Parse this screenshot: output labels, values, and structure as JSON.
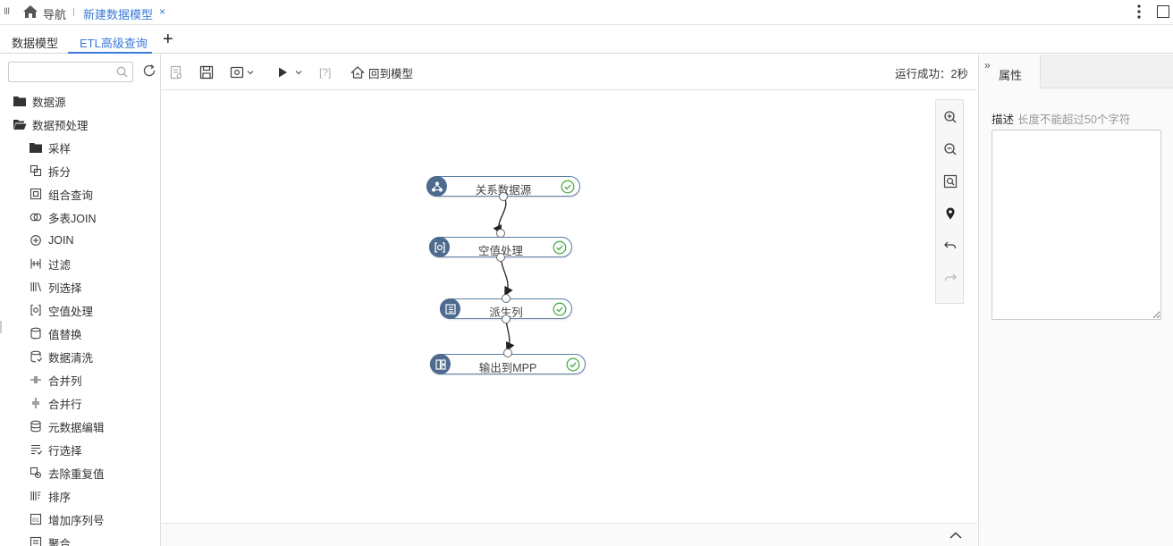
{
  "topbar": {
    "menu_glyph": "III",
    "nav_label": "导航",
    "active_tab": "新建数据模型",
    "close_glyph": "×"
  },
  "tabs": [
    {
      "label": "数据模型",
      "active": false
    },
    {
      "label": "ETL高级查询",
      "active": true
    }
  ],
  "add_tab_glyph": "+",
  "sidebar": {
    "search": {
      "value": "",
      "placeholder": ""
    },
    "items": [
      {
        "label": "数据源",
        "level": 0,
        "icon": "folder-icon"
      },
      {
        "label": "数据预处理",
        "level": 0,
        "icon": "folder-open-icon"
      },
      {
        "label": "采样",
        "level": 1,
        "icon": "folder-icon"
      },
      {
        "label": "拆分",
        "level": 1,
        "icon": "split-icon"
      },
      {
        "label": "组合查询",
        "level": 1,
        "icon": "combine-icon"
      },
      {
        "label": "多表JOIN",
        "level": 1,
        "icon": "multi-join-icon"
      },
      {
        "label": "JOIN",
        "level": 1,
        "icon": "join-icon"
      },
      {
        "label": "过滤",
        "level": 1,
        "icon": "filter-icon"
      },
      {
        "label": "列选择",
        "level": 1,
        "icon": "column-select-icon"
      },
      {
        "label": "空值处理",
        "level": 1,
        "icon": "null-handle-icon"
      },
      {
        "label": "值替换",
        "level": 1,
        "icon": "value-replace-icon"
      },
      {
        "label": "数据清洗",
        "level": 1,
        "icon": "data-clean-icon"
      },
      {
        "label": "合并列",
        "level": 1,
        "icon": "merge-column-icon"
      },
      {
        "label": "合并行",
        "level": 1,
        "icon": "merge-row-icon"
      },
      {
        "label": "元数据编辑",
        "level": 1,
        "icon": "metadata-edit-icon"
      },
      {
        "label": "行选择",
        "level": 1,
        "icon": "row-select-icon"
      },
      {
        "label": "去除重复值",
        "level": 1,
        "icon": "dedupe-icon"
      },
      {
        "label": "排序",
        "level": 1,
        "icon": "sort-icon"
      },
      {
        "label": "增加序列号",
        "level": 1,
        "icon": "serial-number-icon"
      },
      {
        "label": "聚合",
        "level": 1,
        "icon": "aggregate-icon"
      }
    ]
  },
  "toolbar": {
    "back_to_model_label": "回到模型",
    "help_glyph": "[?]",
    "run_status": "运行成功：2秒"
  },
  "flow": {
    "nodes": [
      {
        "id": "n1",
        "label": "关系数据源",
        "icon": "relational-source-icon",
        "status": "success"
      },
      {
        "id": "n2",
        "label": "空值处理",
        "icon": "null-handle-icon",
        "status": "success"
      },
      {
        "id": "n3",
        "label": "派生列",
        "icon": "derived-column-icon",
        "status": "success"
      },
      {
        "id": "n4",
        "label": "输出到MPP",
        "icon": "output-mpp-icon",
        "status": "success"
      }
    ],
    "edges": [
      [
        "n1",
        "n2"
      ],
      [
        "n2",
        "n3"
      ],
      [
        "n3",
        "n4"
      ]
    ]
  },
  "zoom_panel": [
    "zoom-in-icon",
    "zoom-out-icon",
    "fit-view-icon",
    "locate-icon",
    "undo-icon",
    "redo-icon"
  ],
  "properties": {
    "title": "属性",
    "expand_glyph": "»",
    "desc_label": "描述",
    "desc_hint": "长度不能超过50个字符",
    "desc_value": ""
  },
  "colors": {
    "accent": "#3a7ad8",
    "node_icon": "#4e6a8e",
    "node_border": "#5b7fa6",
    "success": "#4cae4c"
  }
}
